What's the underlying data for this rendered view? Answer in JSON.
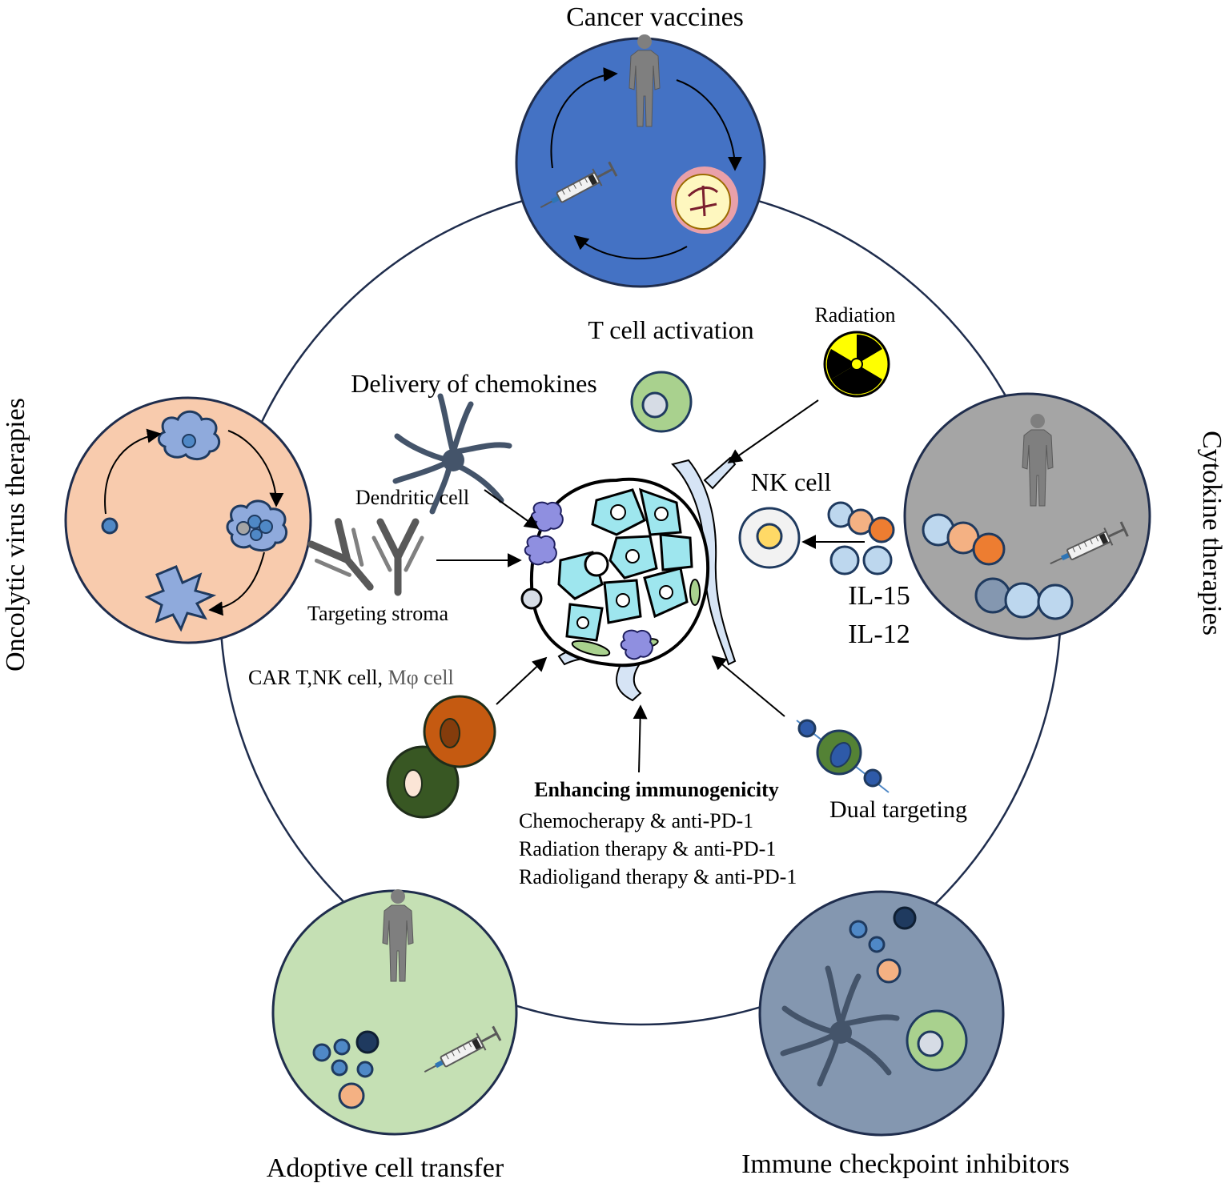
{
  "colors": {
    "cancer_vaccines": "#4472c4",
    "cytokine": "#a5a5a5",
    "checkpoint": "#8497b0",
    "adoptive": "#c5e0b4",
    "oncolytic": "#f8cbad",
    "ring_stroke": "#1f2d4d",
    "light_blue": "#bdd7ee",
    "mid_blue": "#4f88c6",
    "dark_navy": "#1f3a5f",
    "salmon": "#f4b183",
    "orange": "#ed7d31",
    "burnt_orange": "#c55a11",
    "dark_green": "#385723",
    "light_green": "#a9d18e",
    "grey_figure": "#7f7f7f",
    "tumor_cyan": "#9ee6ee",
    "vessel_blue": "#d6e4f5",
    "purple": "#8f8fe0"
  },
  "icons": [
    "human-figure-icon",
    "syringe-icon",
    "tumor-icon",
    "virus-icon",
    "radiation-icon",
    "antibody-icon",
    "dendritic-cell-icon",
    "cell-icon"
  ],
  "therapies": {
    "cancer_vaccines": "Cancer vaccines",
    "cytokine": "Cytokine therapies",
    "checkpoint": "Immune checkpoint inhibitors",
    "adoptive": "Adoptive cell transfer",
    "oncolytic": "Oncolytic virus therapies"
  },
  "mechanisms": {
    "t_cell": "T cell activation",
    "radiation": "Radiation",
    "chemokines": "Delivery of chemokines",
    "dendritic": "Dendritic cell",
    "nk_cell": "NK cell",
    "il15": "IL-15",
    "il12": "IL-12",
    "stroma": "Targeting stroma",
    "car_t": "CAR T,NK cell, ",
    "mphi": "Mφ cell",
    "dual": "Dual targeting"
  },
  "immunogenicity": {
    "title": "Enhancing immunogenicity",
    "items": [
      "Chemocherapy & anti-PD-1",
      "Radiation therapy & anti-PD-1",
      "Radioligand therapy & anti-PD-1"
    ]
  }
}
